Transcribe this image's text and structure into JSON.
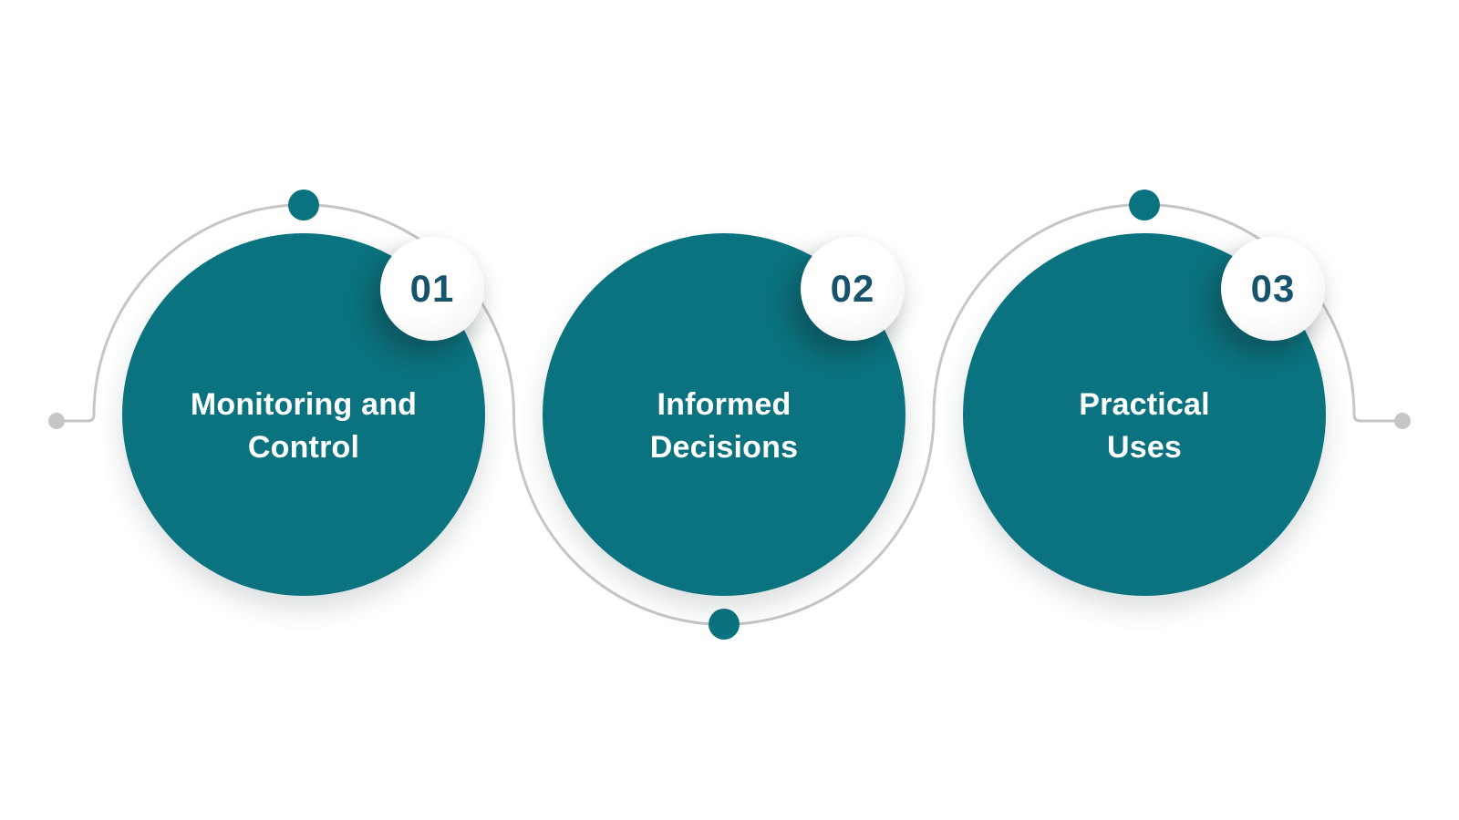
{
  "diagram": {
    "background": "#ffffff",
    "colors": {
      "background": "#ffffff",
      "teal": "#0b737f",
      "line_gray": "#c6c6c6",
      "number_blue": "#17546b",
      "title_white": "#ffffff"
    },
    "steps": [
      {
        "number": "01",
        "lines": [
          "Monitoring and",
          "Control"
        ]
      },
      {
        "number": "02",
        "lines": [
          "Informed",
          "Decisions"
        ]
      },
      {
        "number": "03",
        "lines": [
          "Practical",
          "Uses"
        ]
      }
    ]
  }
}
